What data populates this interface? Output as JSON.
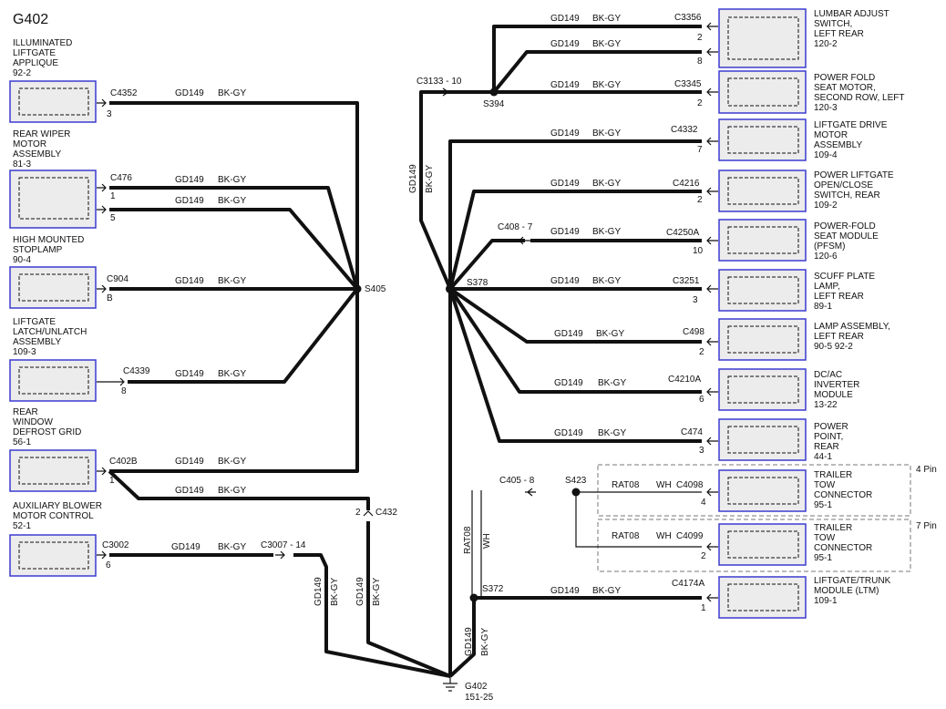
{
  "title": "G402",
  "components": {
    "illum_liftgate": [
      "ILLUMINATED",
      "LIFTGATE",
      "APPLIQUE",
      "92-2"
    ],
    "rear_wiper": [
      "REAR WIPER",
      "MOTOR",
      "ASSEMBLY",
      "81-3"
    ],
    "high_stop": [
      "HIGH MOUNTED",
      "STOPLAMP",
      "90-4"
    ],
    "liftgate_latch": [
      "LIFTGATE",
      "LATCH/UNLATCH",
      "ASSEMBLY",
      "109-3"
    ],
    "rear_defrost": [
      "REAR",
      "WINDOW",
      "DEFROST GRID",
      "56-1"
    ],
    "aux_blower": [
      "AUXILIARY BLOWER",
      "MOTOR CONTROL",
      "52-1"
    ],
    "lumbar": [
      "LUMBAR ADJUST",
      "SWITCH,",
      "LEFT REAR",
      "120-2"
    ],
    "power_fold_motor": [
      "POWER FOLD",
      "SEAT MOTOR,",
      "SECOND ROW, LEFT",
      "120-3"
    ],
    "liftgate_drive": [
      "LIFTGATE DRIVE",
      "MOTOR",
      "ASSEMBLY",
      "109-4"
    ],
    "power_liftgate_switch": [
      "POWER LIFTGATE",
      "OPEN/CLOSE",
      "SWITCH, REAR",
      "109-2"
    ],
    "pfsm": [
      "POWER-FOLD",
      "SEAT MODULE",
      "(PFSM)",
      "120-6"
    ],
    "scuff_plate": [
      "SCUFF PLATE",
      "LAMP,",
      "LEFT REAR",
      "89-1"
    ],
    "lamp_assembly": [
      "LAMP ASSEMBLY,",
      "LEFT REAR",
      "90-5  92-2"
    ],
    "inverter": [
      "DC/AC",
      "INVERTER",
      "MODULE",
      "13-22"
    ],
    "power_point": [
      "POWER",
      "POINT,",
      "REAR",
      "44-1"
    ],
    "trailer4": [
      "TRAILER",
      "TOW",
      "CONNECTOR",
      "95-1"
    ],
    "trailer7": [
      "TRAILER",
      "TOW",
      "CONNECTOR",
      "95-1"
    ],
    "ltm": [
      "LIFTGATE/TRUNK",
      "MODULE (LTM)",
      "109-1"
    ]
  },
  "connectors": {
    "c4352": "C4352",
    "c4352_pin": "3",
    "c476": "C476",
    "c476_pin1": "1",
    "c476_pin2": "5",
    "c904": "C904",
    "c904_pin": "B",
    "c4339": "C4339",
    "c4339_pin": "8",
    "c402b": "C402B",
    "c402b_pin": "1",
    "c3002": "C3002",
    "c3002_pin": "6",
    "c3007": "C3007 - 14",
    "c432": "C432",
    "c432_pin": "2",
    "c3133": "C3133 - 10",
    "c3356": "C3356",
    "c3356_pin1": "2",
    "c3356_pin2": "8",
    "c3345": "C3345",
    "c3345_pin": "2",
    "c4332": "C4332",
    "c4332_pin": "7",
    "c4216": "C4216",
    "c4216_pin": "2",
    "c408": "C408 - 7",
    "c4250a": "C4250A",
    "c4250a_pin": "10",
    "c3251": "C3251",
    "c3251_pin": "3",
    "c498": "C498",
    "c498_pin": "2",
    "c4210a": "C4210A",
    "c4210a_pin": "6",
    "c474": "C474",
    "c474_pin": "3",
    "c405": "C405 - 8",
    "c4098": "C4098",
    "c4098_pin": "4",
    "c4099": "C4099",
    "c4099_pin": "2",
    "c4174a": "C4174A",
    "c4174a_pin": "1"
  },
  "splices": {
    "s405": "S405",
    "s378": "S378",
    "s394": "S394",
    "s423": "S423",
    "s372": "S372"
  },
  "wires": {
    "circuit": "GD149",
    "color": "BK-GY",
    "rat": "RAT08",
    "wh": "WH"
  },
  "ground": {
    "name": "G402",
    "ref": "151-25"
  },
  "pins": {
    "four": "4 Pin",
    "seven": "7 Pin"
  }
}
